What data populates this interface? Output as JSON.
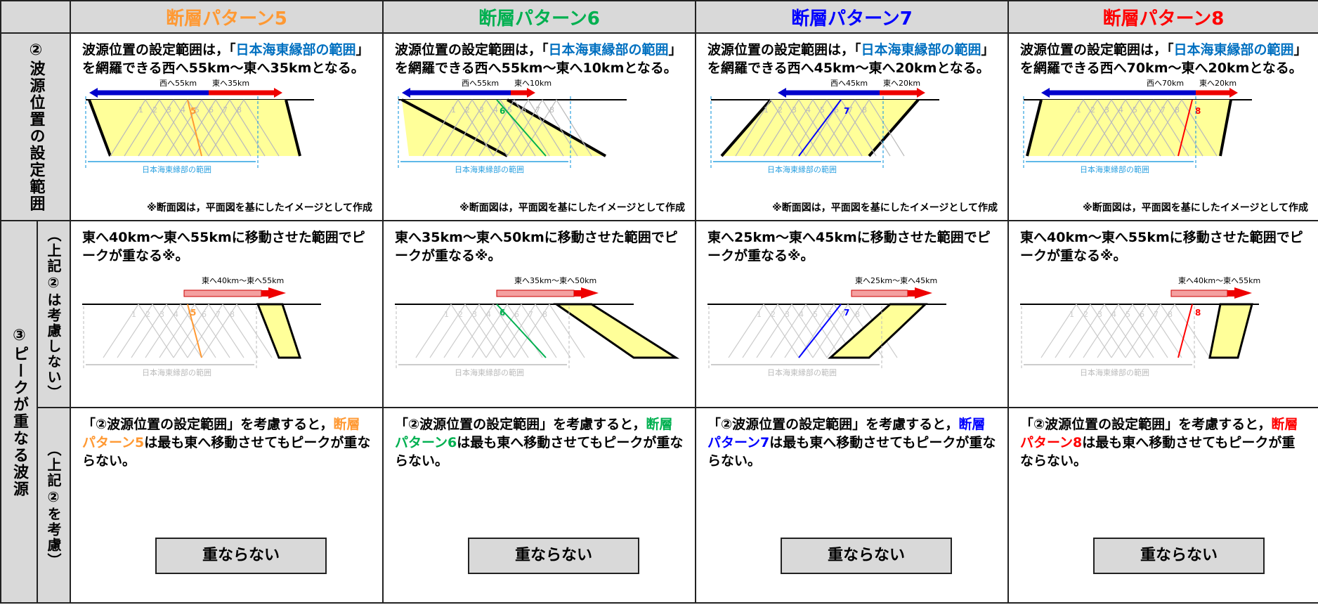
{
  "header": {
    "columns": [
      {
        "label": "断層パターン5",
        "color": "#ff9933"
      },
      {
        "label": "断層パターン6",
        "color": "#00b050"
      },
      {
        "label": "断層パターン7",
        "color": "#0000ff"
      },
      {
        "label": "断層パターン8",
        "color": "#ff0000"
      }
    ]
  },
  "row_labels": {
    "source_range": "②波源位置の設定範囲",
    "peak_overlap": "③ピークが重なる波源",
    "sub_not_considered": "（上記②は考慮しない）",
    "sub_considered": "（上記②を考慮）"
  },
  "common": {
    "desc_prefix": "波源位置の設定範囲は，「",
    "desc_highlight": "日本海東縁部の範囲",
    "range_label": "日本海東縁部の範囲",
    "note": "※断面図は，平面図を基にしたイメージとして作成",
    "consider_prefix": "「②波源位置の設定範囲」を考慮すると，",
    "consider_suffix": "は最も東へ移動させてもピークが重ならない。",
    "result": "重ならない",
    "tick_labels": [
      "1",
      "2",
      "3",
      "4",
      "5",
      "6",
      "7",
      "8"
    ]
  },
  "patterns": [
    {
      "id": "5",
      "color": "#ff9933",
      "desc_suffix": "」を網羅できる西へ55km～東へ35kmとなる。",
      "west_label": "西へ55km",
      "east_label": "東へ35km",
      "peak_text": "東へ40km～東へ55kmに移動させた範囲でピークが重なる※。",
      "shift_label": "東へ40km～東へ55km",
      "name": "断層パターン5"
    },
    {
      "id": "6",
      "color": "#00b050",
      "desc_suffix": "」を網羅できる西へ55km～東へ10kmとなる。",
      "west_label": "西へ55km",
      "east_label": "東へ10km",
      "peak_text": "東へ35km～東へ50kmに移動させた範囲でピークが重なる※。",
      "shift_label": "東へ35km～東へ50km",
      "name": "断層パターン6"
    },
    {
      "id": "7",
      "color": "#0000ff",
      "desc_suffix": "」を網羅できる西へ45km～東へ20kmとなる。",
      "west_label": "西へ45km",
      "east_label": "東へ20km",
      "peak_text": "東へ25km～東へ45kmに移動させた範囲でピークが重なる※。",
      "shift_label": "東へ25km～東へ45km",
      "name": "断層パターン7"
    },
    {
      "id": "8",
      "color": "#ff0000",
      "desc_suffix": "」を網羅できる西へ70km～東へ20kmとなる。",
      "west_label": "西へ70km",
      "east_label": "東へ20km",
      "peak_text": "東へ40km～東へ55kmに移動させた範囲でピークが重なる※。",
      "shift_label": "東へ40km～東へ55km",
      "name": "断層パターン8"
    }
  ]
}
